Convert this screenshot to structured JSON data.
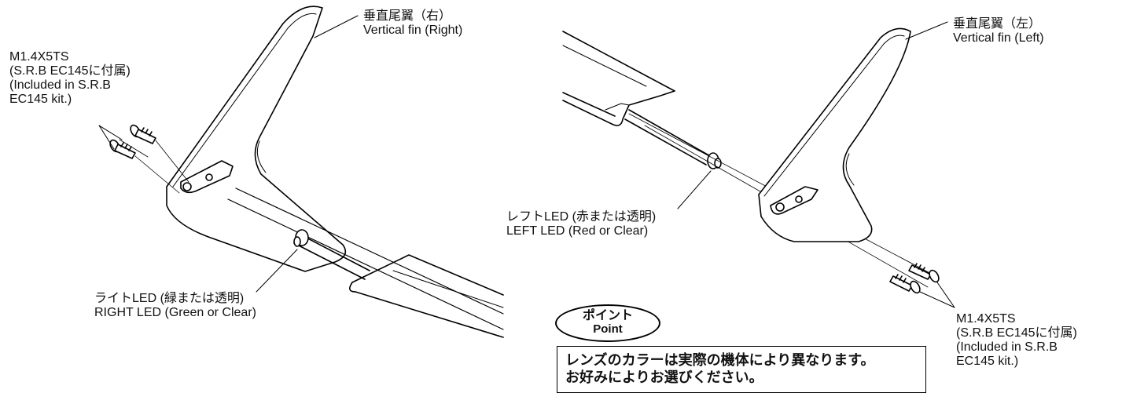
{
  "labels": {
    "right_fin": {
      "jp": "垂直尾翼（右）",
      "en": "Vertical fin (Right)"
    },
    "left_fin": {
      "jp": "垂直尾翼（左）",
      "en": "Vertical fin (Left)"
    },
    "screw_left": {
      "part": "M1.4X5TS",
      "jp": "(S.R.B EC145に付属)",
      "en_line1": "(Included in S.R.B",
      "en_line2": "EC145 kit.)"
    },
    "screw_right": {
      "part": "M1.4X5TS",
      "jp": "(S.R.B EC145に付属)",
      "en_line1": "(Included in S.R.B",
      "en_line2": "EC145 kit.)"
    },
    "left_led": {
      "jp": "レフトLED (赤または透明)",
      "en": "LEFT LED (Red or Clear)"
    },
    "right_led": {
      "jp": "ライトLED (緑または透明)",
      "en": "RIGHT LED (Green or Clear)"
    }
  },
  "point": {
    "badge_jp": "ポイント",
    "badge_en": "Point",
    "note_line1": "レンズのカラーは実際の機体により異なります。",
    "note_line2": "お好みによりお選びください。"
  }
}
